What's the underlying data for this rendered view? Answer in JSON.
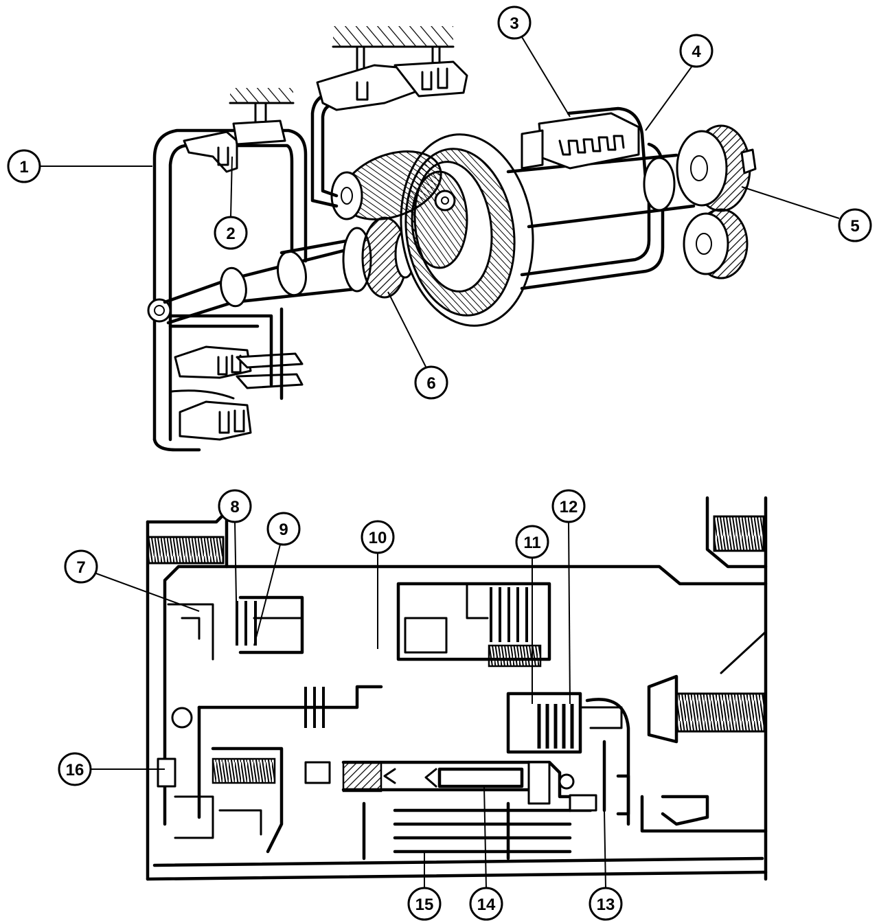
{
  "figure": {
    "top_view": "planetary-gearset-isometric",
    "bottom_view": "transaxle-cross-section"
  },
  "callouts": [
    {
      "id": "c1",
      "label": "1"
    },
    {
      "id": "c2",
      "label": "2"
    },
    {
      "id": "c3",
      "label": "3"
    },
    {
      "id": "c4",
      "label": "4"
    },
    {
      "id": "c5",
      "label": "5"
    },
    {
      "id": "c6",
      "label": "6"
    },
    {
      "id": "c7",
      "label": "7"
    },
    {
      "id": "c8",
      "label": "8"
    },
    {
      "id": "c9",
      "label": "9"
    },
    {
      "id": "c10",
      "label": "10"
    },
    {
      "id": "c11",
      "label": "11"
    },
    {
      "id": "c12",
      "label": "12"
    },
    {
      "id": "c13",
      "label": "13"
    },
    {
      "id": "c14",
      "label": "14"
    },
    {
      "id": "c15",
      "label": "15"
    },
    {
      "id": "c16",
      "label": "16"
    }
  ]
}
